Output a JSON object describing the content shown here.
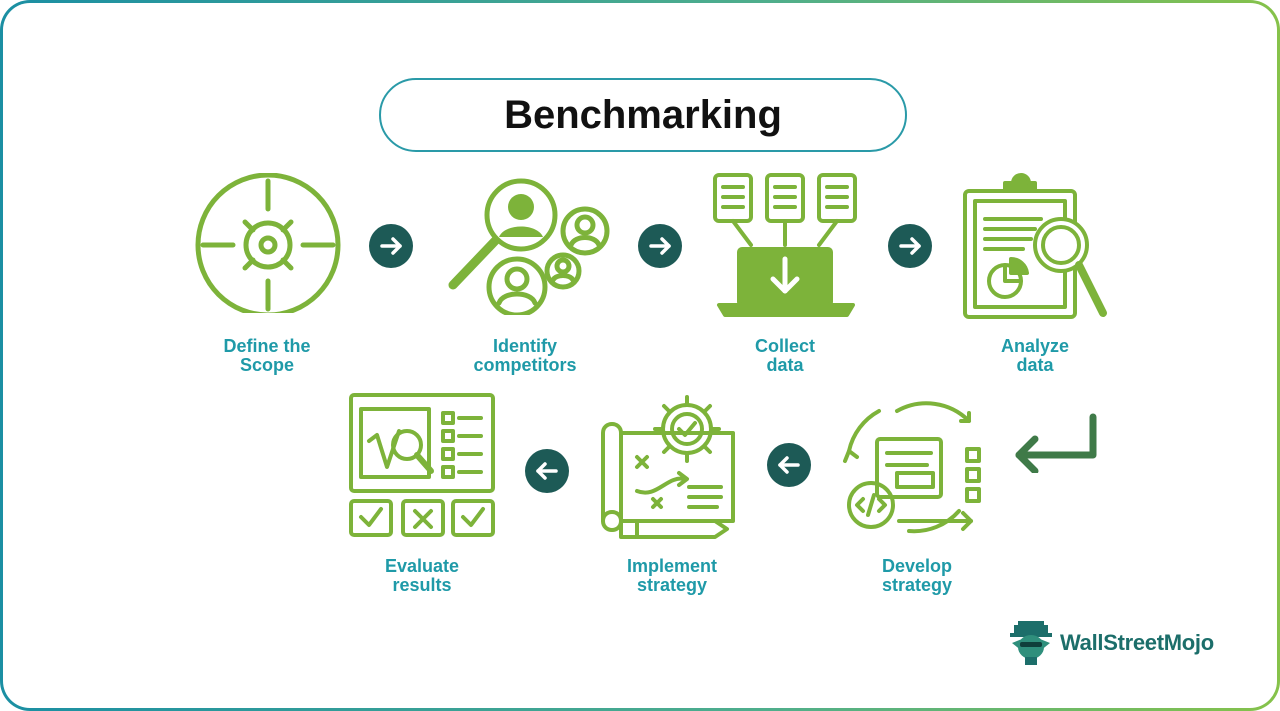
{
  "title": "Benchmarking",
  "colors": {
    "icon_green": "#7db33a",
    "label_teal": "#1f9aa8",
    "arrow_dark": "#1d5a56",
    "return_arrow": "#3f7a48"
  },
  "steps": [
    {
      "label_line1": "Define the",
      "label_line2": "Scope",
      "icon": "crosshair-target-icon"
    },
    {
      "label_line1": "Identify",
      "label_line2": "competitors",
      "icon": "magnifier-people-icon"
    },
    {
      "label_line1": "Collect",
      "label_line2": "data",
      "icon": "laptop-download-documents-icon"
    },
    {
      "label_line1": "Analyze",
      "label_line2": "data",
      "icon": "clipboard-magnifier-chart-icon"
    },
    {
      "label_line1": "Develop",
      "label_line2": "strategy",
      "icon": "code-cycle-strategy-icon"
    },
    {
      "label_line1": "Implement",
      "label_line2": "strategy",
      "icon": "map-gear-plan-icon"
    },
    {
      "label_line1": "Evaluate",
      "label_line2": "results",
      "icon": "board-check-results-icon"
    }
  ],
  "brand": {
    "name": "WallStreetMojo"
  }
}
